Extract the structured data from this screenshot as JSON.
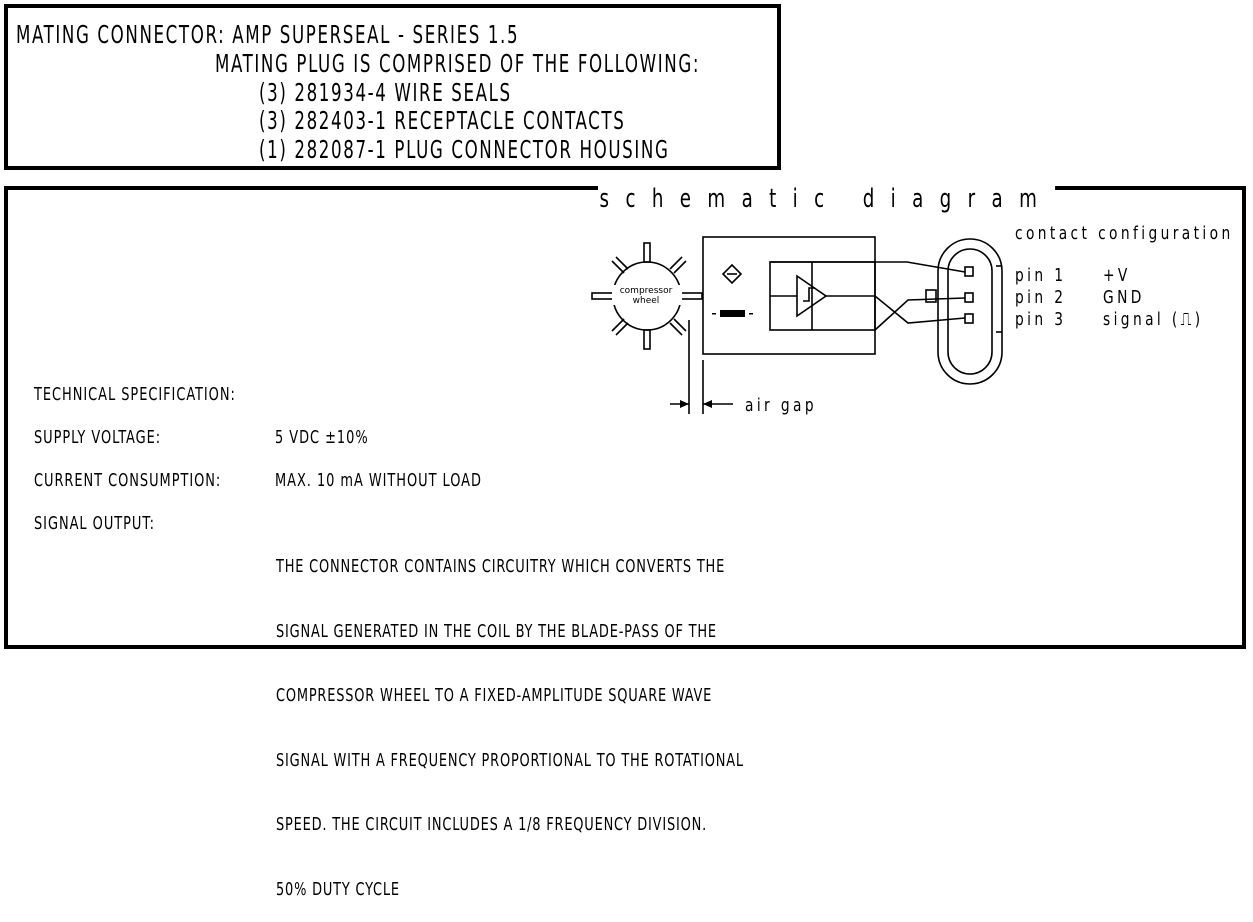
{
  "mating": {
    "line1": "MATING CONNECTOR: AMP SUPERSEAL - SERIES 1.5",
    "line2": "MATING PLUG IS COMPRISED OF THE FOLLOWING:",
    "items": [
      "(3) 281934-4 WIRE SEALS",
      "(3) 282403-1 RECEPTACLE CONTACTS",
      "(1) 282087-1 PLUG CONNECTOR HOUSING"
    ]
  },
  "schematic": {
    "title": "schematic diagram",
    "wheel_label_1": "compressor",
    "wheel_label_2": "wheel",
    "air_gap": "air gap",
    "contact_title": "contact configuration",
    "pins": [
      {
        "pin": "pin 1",
        "fn": "+V"
      },
      {
        "pin": "pin 2",
        "fn": "GND"
      },
      {
        "pin": "pin 3",
        "fn": "signal (⎍)"
      }
    ]
  },
  "spec": {
    "heading": "TECHNICAL SPECIFICATION:",
    "supply_label": "SUPPLY VOLTAGE:",
    "supply_value": "5 VDC ±10%",
    "current_label": "CURRENT CONSUMPTION:",
    "current_value": "MAX. 10 mA WITHOUT LOAD",
    "signal_label": "SIGNAL OUTPUT:",
    "signal_lines": [
      "THE CONNECTOR CONTAINS CIRCUITRY WHICH CONVERTS THE",
      "SIGNAL GENERATED IN THE COIL BY THE BLADE-PASS OF THE",
      "COMPRESSOR WHEEL TO A FIXED-AMPLITUDE SQUARE WAVE",
      "SIGNAL WITH A FREQUENCY PROPORTIONAL TO THE ROTATIONAL",
      "SPEED. THE CIRCUIT INCLUDES A 1/8 FREQUENCY DIVISION.",
      "50% DUTY CYCLE"
    ]
  }
}
